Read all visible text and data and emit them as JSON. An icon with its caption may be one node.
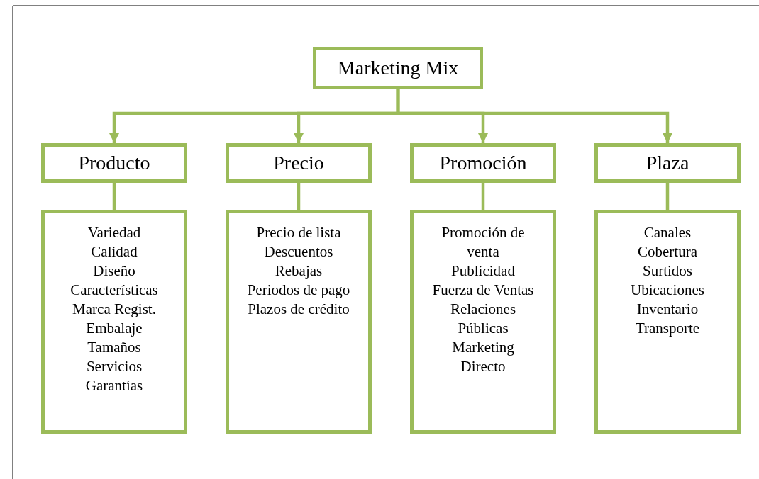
{
  "diagram": {
    "nodes": [
      {
        "text": [
          "Marketing Mix"
        ]
      },
      {
        "text": [
          "Producto"
        ]
      },
      {
        "text": [
          "Precio"
        ]
      },
      {
        "text": [
          "Promoción"
        ]
      },
      {
        "text": [
          "Plaza"
        ]
      },
      {
        "text": [
          "Variedad",
          "Calidad",
          "Diseño",
          "Características",
          "Marca Regist.",
          "Embalaje",
          "Tamaños",
          "Servicios",
          "Garantías"
        ]
      },
      {
        "text": [
          "Precio de lista",
          "Descuentos",
          "Rebajas",
          "Periodos de pago",
          "Plazos de crédito"
        ]
      },
      {
        "text": [
          "Promoción de venta",
          "Publicidad",
          "Fuerza de Ventas",
          "Relaciones Públicas",
          "Marketing Directo"
        ]
      },
      {
        "text": [
          "Canales",
          "Cobertura",
          "Surtidos",
          "Ubicaciones",
          "Inventario",
          "Transporte"
        ]
      }
    ],
    "edges": [
      {
        "from": 0,
        "to": 1,
        "arrow": "to"
      },
      {
        "from": 0,
        "to": 2,
        "arrow": "to"
      },
      {
        "from": 0,
        "to": 3,
        "arrow": "to"
      },
      {
        "from": 0,
        "to": 4,
        "arrow": "to"
      },
      {
        "from": 1,
        "to": 5,
        "arrow": "none"
      },
      {
        "from": 2,
        "to": 6,
        "arrow": "none"
      },
      {
        "from": 3,
        "to": 7,
        "arrow": "none"
      },
      {
        "from": 4,
        "to": 8,
        "arrow": "none"
      }
    ]
  }
}
